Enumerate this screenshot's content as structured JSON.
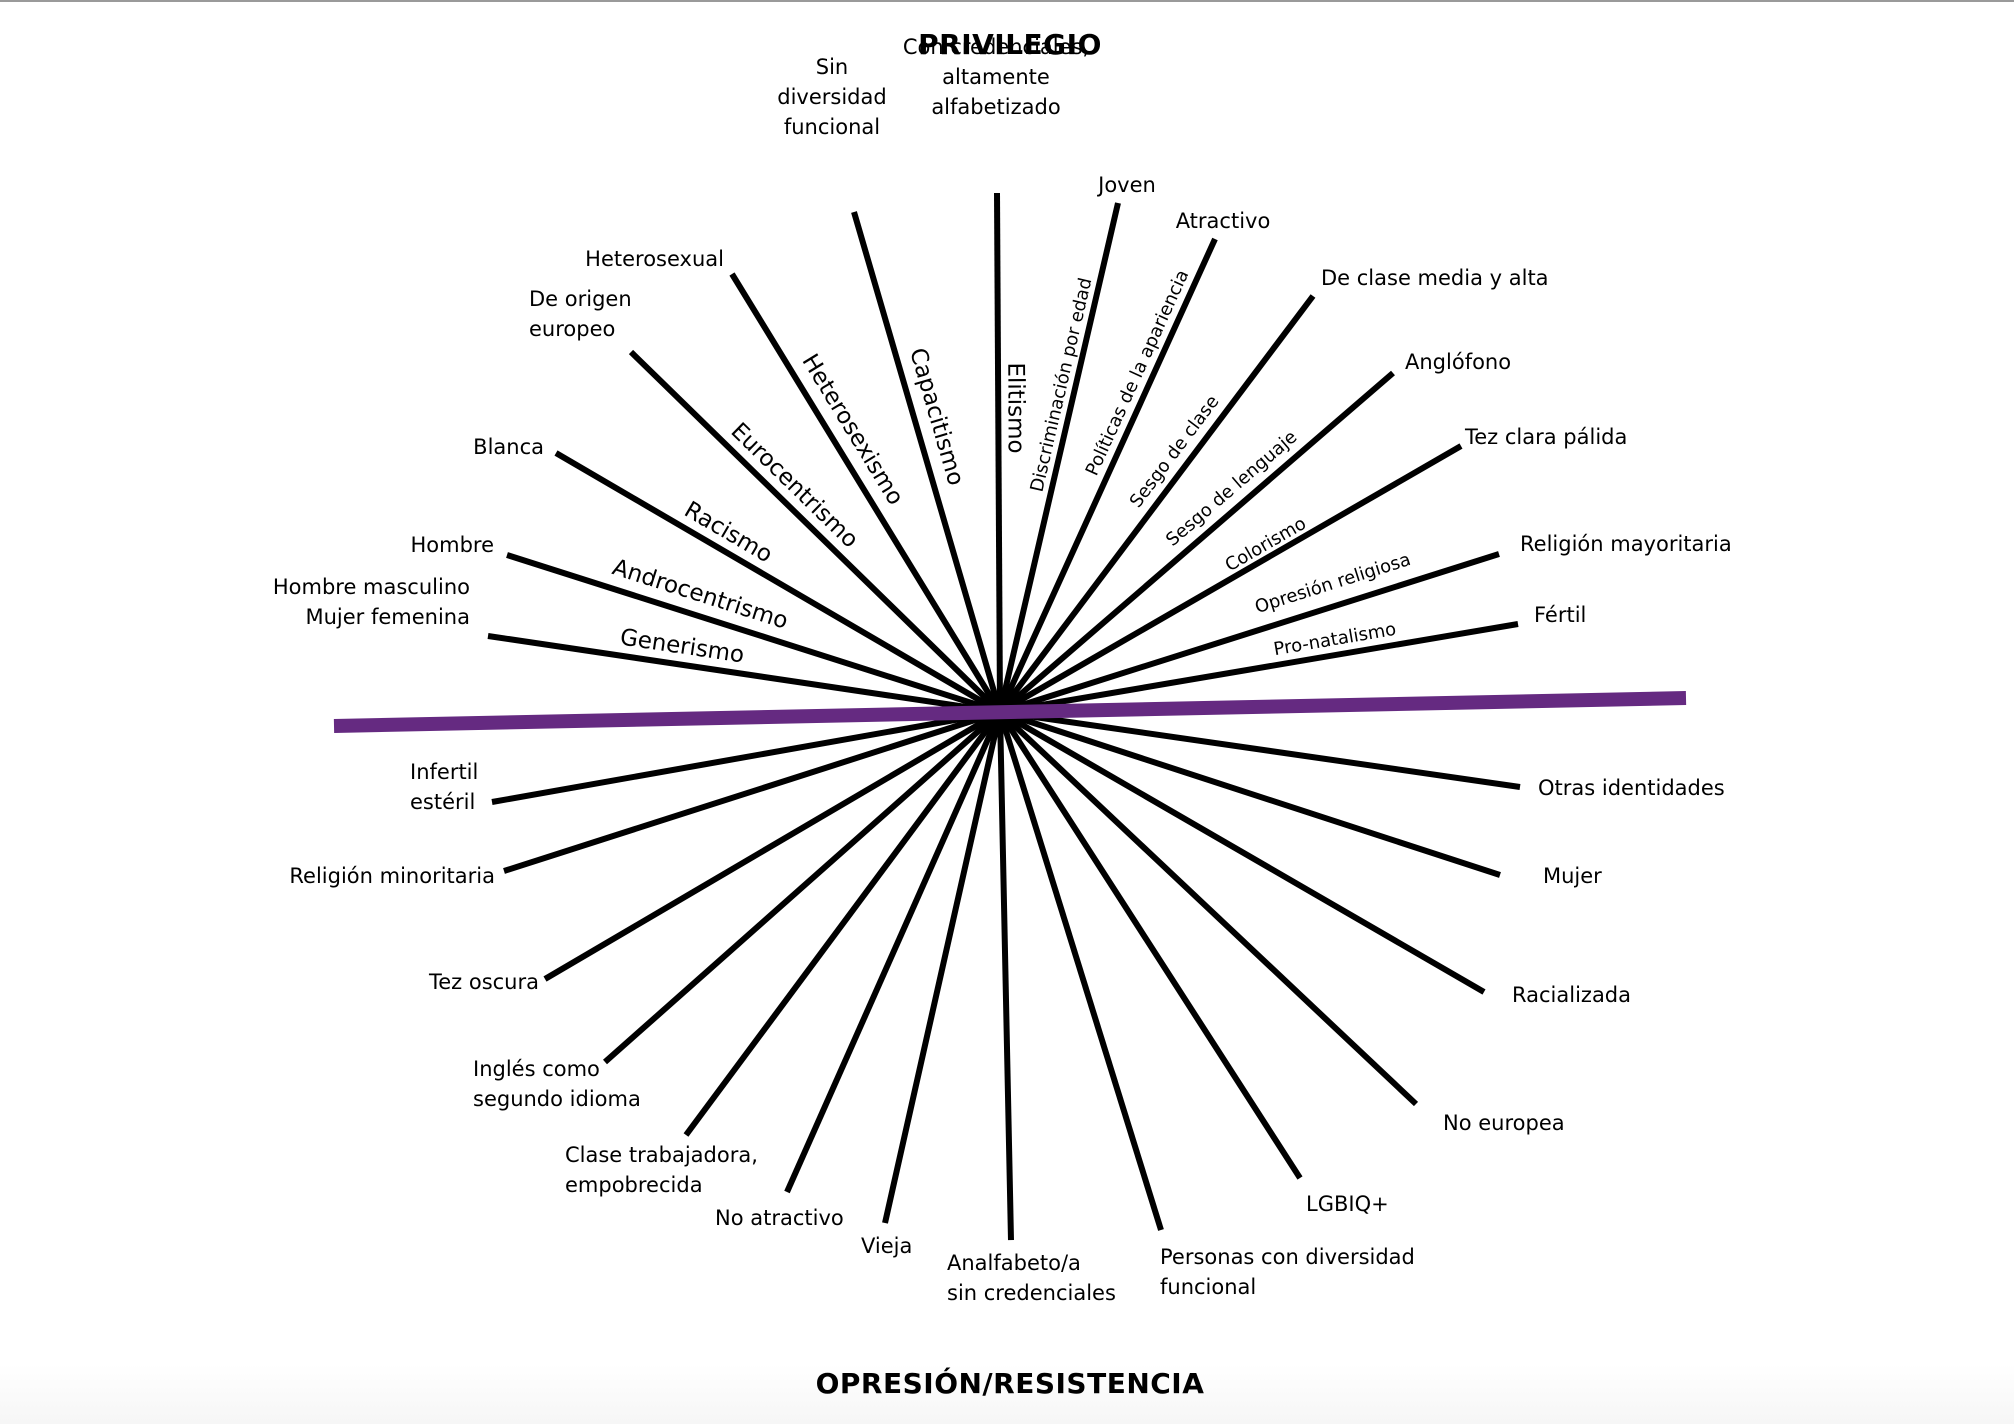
{
  "titles": {
    "top": "PRIVILEGIO",
    "bottom": "OPRESIÓN/RESISTENCIA"
  },
  "colors": {
    "spoke": "#000000",
    "divider": "#652a81",
    "text": "#000000"
  },
  "axes": [
    {
      "id": "gender-expression",
      "system": "Generismo",
      "privilege": [
        "Hombre masculino",
        "Mujer femenina"
      ],
      "oppression": [
        "Otras identidades"
      ]
    },
    {
      "id": "gender",
      "system": "Androcentrismo",
      "privilege": [
        "Hombre"
      ],
      "oppression": [
        "Mujer"
      ]
    },
    {
      "id": "race",
      "system": "Racismo",
      "privilege": [
        "Blanca"
      ],
      "oppression": [
        "Racializada"
      ]
    },
    {
      "id": "origin",
      "system": "Eurocentrismo",
      "privilege": [
        "De origen",
        "europeo"
      ],
      "oppression": [
        "No europea"
      ]
    },
    {
      "id": "sexuality",
      "system": "Heterosexismo",
      "privilege": [
        "Heterosexual"
      ],
      "oppression": [
        "LGBIQ+"
      ]
    },
    {
      "id": "ability",
      "system": "Capacitismo",
      "privilege": [
        "Sin",
        "diversidad",
        "funcional"
      ],
      "oppression": [
        "Personas con diversidad",
        "funcional"
      ]
    },
    {
      "id": "education",
      "system": "Elitismo",
      "privilege": [
        "Con credenciales,",
        "altamente",
        "alfabetizado"
      ],
      "oppression": [
        "Analfabeto/a",
        "sin credenciales"
      ]
    },
    {
      "id": "age",
      "system": "Discriminación por edad",
      "privilege": [
        "Joven"
      ],
      "oppression": [
        "Vieja"
      ]
    },
    {
      "id": "appearance",
      "system": "Políticas de la apariencia",
      "privilege": [
        "Atractivo"
      ],
      "oppression": [
        "No atractivo"
      ]
    },
    {
      "id": "class",
      "system": "Sesgo de clase",
      "privilege": [
        "De clase media y alta"
      ],
      "oppression": [
        "Clase trabajadora,",
        "empobrecida"
      ]
    },
    {
      "id": "language",
      "system": "Sesgo de lenguaje",
      "privilege": [
        "Anglófono"
      ],
      "oppression": [
        "Inglés como",
        "segundo idioma"
      ]
    },
    {
      "id": "skin",
      "system": "Colorismo",
      "privilege": [
        "Tez clara pálida"
      ],
      "oppression": [
        "Tez oscura"
      ]
    },
    {
      "id": "religion",
      "system": "Opresión religiosa",
      "privilege": [
        "Religión mayoritaria"
      ],
      "oppression": [
        "Religión minoritaria"
      ]
    },
    {
      "id": "fertility",
      "system": "Pro-natalismo",
      "privilege": [
        "Fértil"
      ],
      "oppression": [
        "Infertil",
        "estéril"
      ]
    }
  ]
}
